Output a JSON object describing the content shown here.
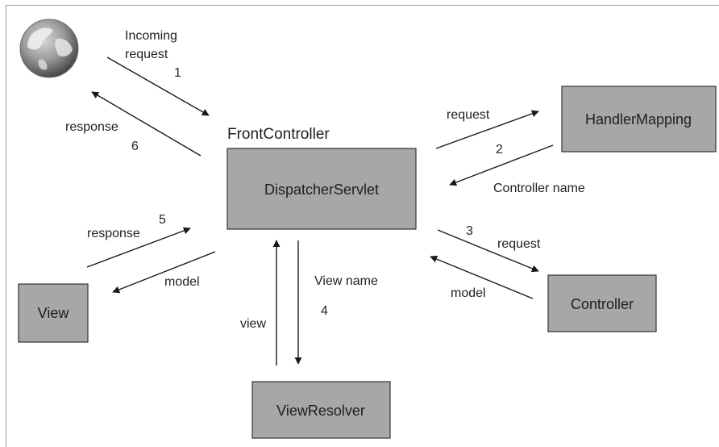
{
  "front_controller_title": "FrontController",
  "nodes": {
    "dispatcher": "DispatcherServlet",
    "handler_mapping": "HandlerMapping",
    "controller": "Controller",
    "view_resolver": "ViewResolver",
    "view": "View"
  },
  "flows": {
    "incoming_request_line1": "Incoming",
    "incoming_request_line2": "request",
    "step1": "1",
    "response_to_client": "response",
    "step6": "6",
    "request_to_handler": "request",
    "step2": "2",
    "controller_name": "Controller name",
    "step3": "3",
    "request_to_controller": "request",
    "model_from_controller": "model",
    "view_name": "View name",
    "step4": "4",
    "view_from_resolver": "view",
    "response_from_view": "response",
    "step5": "5",
    "model_to_view": "model"
  },
  "colors": {
    "node_fill": "#a7a7a7",
    "line": "#1a1a1a",
    "globe_ocean": "#8f8f8f",
    "globe_land": "#ececec"
  },
  "icons": [
    "globe-icon"
  ]
}
